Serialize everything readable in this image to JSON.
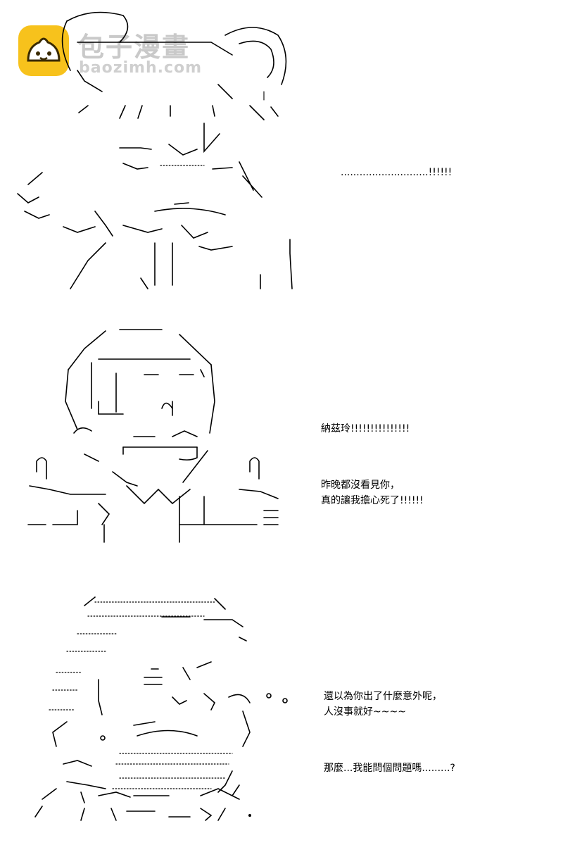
{
  "watermark": {
    "title": "包子漫畫",
    "url": "baozimh.com"
  },
  "panels": [
    {
      "lines": [
        "............................!!!!!!"
      ]
    },
    {
      "lines": [
        "納茲玲!!!!!!!!!!!!!!!",
        "昨晚都沒看見你，\n真的讓我擔心死了!!!!!!"
      ]
    },
    {
      "lines": [
        "還以為你出了什麼意外呢，\n人沒事就好~~~~",
        "那麼...我能問個問題嗎.........?"
      ]
    }
  ]
}
